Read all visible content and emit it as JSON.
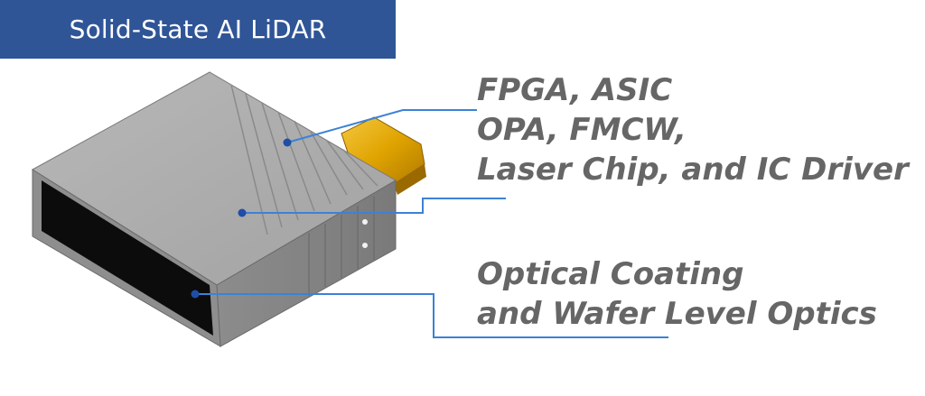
{
  "title": "Solid-State AI LiDAR",
  "callouts": {
    "chips": {
      "lines": [
        "FPGA, ASIC",
        "OPA, FMCW,",
        "Laser Chip, and IC Driver"
      ]
    },
    "optics": {
      "lines": [
        "Optical Coating",
        "and Wafer Level Optics"
      ]
    }
  },
  "colors": {
    "banner": "#2f5597",
    "leader_line": "#3b82d6",
    "callout_text": "#666666",
    "housing": "#a8a8a8",
    "connector": "#e0a800"
  }
}
